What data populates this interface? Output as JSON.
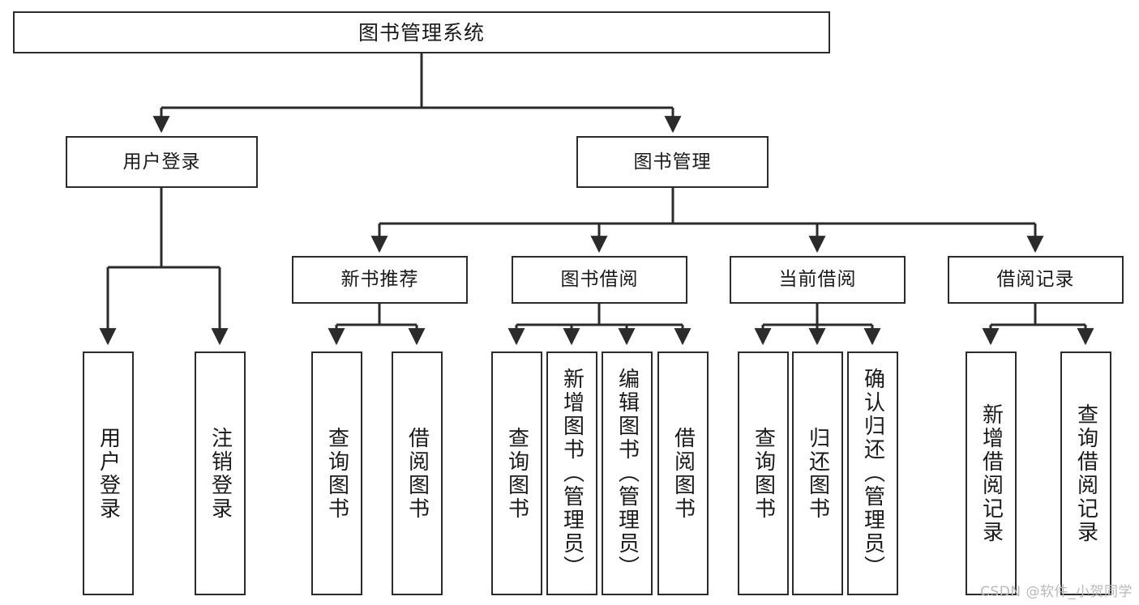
{
  "diagram": {
    "title": "图书管理系统",
    "type": "tree-hierarchy",
    "root": {
      "label": "图书管理系统"
    },
    "level2": [
      {
        "id": "user-login",
        "label": "用户登录"
      },
      {
        "id": "book-manage",
        "label": "图书管理"
      }
    ],
    "level3": [
      {
        "id": "new-book-recommend",
        "label": "新书推荐",
        "parent": "book-manage"
      },
      {
        "id": "book-borrow",
        "label": "图书借阅",
        "parent": "book-manage"
      },
      {
        "id": "current-borrow",
        "label": "当前借阅",
        "parent": "book-manage"
      },
      {
        "id": "borrow-record",
        "label": "借阅记录",
        "parent": "book-manage"
      }
    ],
    "leaves": [
      {
        "id": "leaf-user-login",
        "label": "用户登录",
        "parent": "user-login"
      },
      {
        "id": "leaf-logout",
        "label": "注销登录",
        "parent": "user-login"
      },
      {
        "id": "leaf-query-book-1",
        "label": "查询图书",
        "parent": "new-book-recommend"
      },
      {
        "id": "leaf-borrow-book-1",
        "label": "借阅图书",
        "parent": "new-book-recommend"
      },
      {
        "id": "leaf-query-book-2",
        "label": "查询图书",
        "parent": "book-borrow"
      },
      {
        "id": "leaf-add-book",
        "label": "新增图书（管理员）",
        "parent": "book-borrow"
      },
      {
        "id": "leaf-edit-book",
        "label": "编辑图书（管理员）",
        "parent": "book-borrow"
      },
      {
        "id": "leaf-borrow-book-2",
        "label": "借阅图书",
        "parent": "book-borrow"
      },
      {
        "id": "leaf-query-book-3",
        "label": "查询图书",
        "parent": "current-borrow"
      },
      {
        "id": "leaf-return-book",
        "label": "归还图书",
        "parent": "current-borrow"
      },
      {
        "id": "leaf-confirm-return",
        "label": "确认归还（管理员）",
        "parent": "current-borrow"
      },
      {
        "id": "leaf-add-record",
        "label": "新增借阅记录",
        "parent": "borrow-record"
      },
      {
        "id": "leaf-query-record",
        "label": "查询借阅记录",
        "parent": "borrow-record"
      }
    ],
    "colors": {
      "stroke": "#2b2b2b",
      "fill": "#ffffff",
      "text": "#1a1a1a",
      "watermark": "#b9b9b9"
    }
  },
  "watermark": {
    "text": "CSDN @软件_小贺同学"
  }
}
